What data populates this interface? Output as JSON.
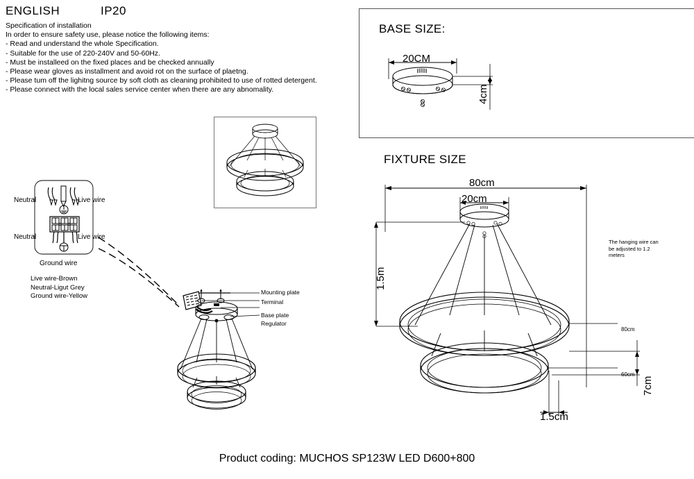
{
  "header": {
    "language": "ENGLISH",
    "ip_rating": "IP20"
  },
  "specification": {
    "title": "Specification of installation",
    "intro": "In order to ensure safety use, please notice the following items:",
    "items": [
      "- Read and understand the whole Specification.",
      "- Suitable for the use of 220-240V and 50-60Hz.",
      "- Must be installeed on the fixed places and be checked annually",
      "- Please wear gloves as installment and avoid rot on the surface of plaetng.",
      "- Please tum off the lighitng source by soft cloth as cleaning prohibited to use of rotted detergent.",
      "- Please connect with the local sales service center when there are any abnomality.",
      "",
      ""
    ],
    "body": "Specification of installation\nIn order to ensure safety use, please notice the following items:\n- Read and understand the whole Specification.\n- Suitable for the use of 220-240V and 50-60Hz.\n- Must be installeed on the fixed places and be checked annually\n- Please wear gloves as installment and avoid rot on the surface of plaetng.\n- Please tum off the lighitng source by soft cloth as cleaning prohibited to use of rotted detergent.\n- Please connect with the local sales service center when there are any abnomality."
  },
  "wiring": {
    "neutral_top": "Neutral",
    "live_top": "Live wire",
    "neutral_bottom": "Neutral",
    "live_bottom": "Live wire",
    "ground": "Ground wire",
    "legend": "Live wire-Brown\nNeutral-Ligut Grey\nGround wire-Yellow"
  },
  "assembly_callouts": [
    "Mounting plate",
    "Terminal",
    "Base plate",
    "Regulator"
  ],
  "base_size": {
    "title": "BASE SIZE:",
    "diameter": "20CM",
    "height": "4cm"
  },
  "fixture_size": {
    "title": "FIXTURE SIZE",
    "outer_ring": "80cm",
    "canopy": "20cm",
    "drop": "1.5m",
    "ring_large_leader": "80cm",
    "ring_small_leader": "60cm",
    "ring_gap": "7cm",
    "ring_thickness": "1.5cm",
    "note": "The hanging wire can\nbe adjusted to 1.2\nmeters"
  },
  "footer": {
    "product_coding": "Product coding: MUCHOS SP123W LED D600+800"
  },
  "colors": {
    "line": "#000000",
    "divider": "#555555",
    "background": "#ffffff"
  }
}
